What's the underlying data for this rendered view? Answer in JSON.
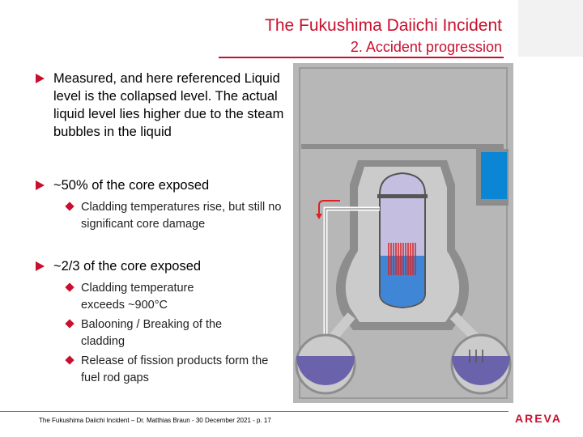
{
  "header": {
    "title": "The Fukushima Daiichi Incident",
    "subtitle": "2. Accident progression"
  },
  "bullets": [
    {
      "text": "Measured, and here referenced Liquid level is the collapsed level. The actual liquid level lies higher due to the steam bubbles in the liquid",
      "subs": []
    },
    {
      "text": "~50% of the core exposed",
      "subs": [
        "Cladding temperatures rise, but still no significant core damage"
      ]
    },
    {
      "text": "~2/3 of the core exposed",
      "subs": [
        "Cladding temperature exceeds ~900°C",
        "Balooning / Breaking of the cladding",
        "Release of fission products form the fuel rod gaps"
      ]
    }
  ],
  "footer": {
    "text": "The Fukushima Daiichi Incident – Dr. Matthias Braun - 30 December 2021 - p. 17",
    "brand": "AREVA"
  },
  "colors": {
    "accent": "#c8102e",
    "building": "#b7b7b7",
    "vessel": "#c4bfe0",
    "water": "#3f86d6",
    "pool": "#0a86d4",
    "torus": "#6b62ac"
  }
}
